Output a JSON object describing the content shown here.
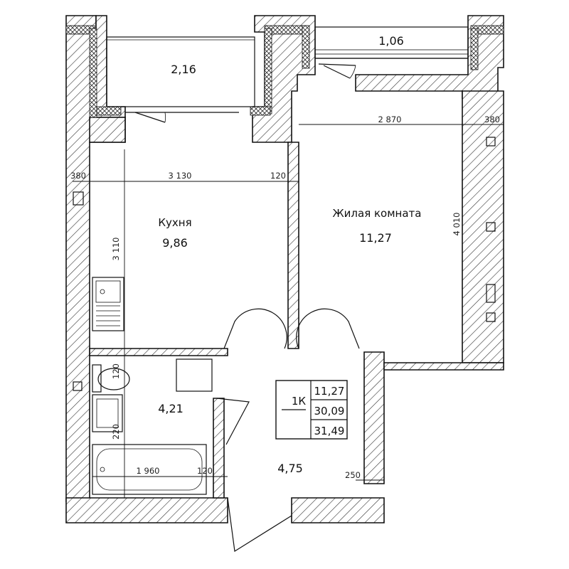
{
  "rooms": {
    "balcony_left_area": "2,16",
    "balcony_right_area": "1,06",
    "kitchen_name": "Кухня",
    "kitchen_area": "9,86",
    "living_name": "Жилая комната",
    "living_area": "11,27",
    "bathroom_area": "4,21",
    "hall_area": "4,75"
  },
  "dimensions": {
    "living_width": "2 870",
    "wall_right": "380",
    "wall_left": "380",
    "kitchen_width": "3 130",
    "partition": "120",
    "kitchen_depth": "3 110",
    "living_depth": "4 010",
    "bath_partition_top": "120",
    "bath_wall": "220",
    "bath_width": "1 960",
    "bath_partition": "120",
    "hall_wall": "250"
  },
  "summary": {
    "type": "1К",
    "living": "11,27",
    "total_living": "30,09",
    "total": "31,49"
  }
}
